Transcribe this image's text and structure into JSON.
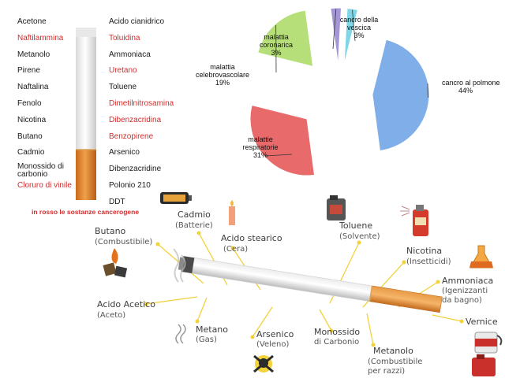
{
  "substances_left": [
    {
      "label": "Acetone",
      "carcinogen": false
    },
    {
      "label": "Naftilammina",
      "carcinogen": true
    },
    {
      "label": "Metanolo",
      "carcinogen": false
    },
    {
      "label": "Pirene",
      "carcinogen": false
    },
    {
      "label": "Naftalina",
      "carcinogen": false
    },
    {
      "label": "Fenolo",
      "carcinogen": false
    },
    {
      "label": "Nicotina",
      "carcinogen": false
    },
    {
      "label": "Butano",
      "carcinogen": false
    },
    {
      "label": "Cadmio",
      "carcinogen": false
    },
    {
      "label": "Monossido di carbonio",
      "carcinogen": false
    },
    {
      "label": "Cloruro di vinile",
      "carcinogen": true
    }
  ],
  "substances_right": [
    {
      "label": "Acido cianidrico",
      "carcinogen": false
    },
    {
      "label": "Toluidina",
      "carcinogen": true
    },
    {
      "label": "Ammoniaca",
      "carcinogen": false
    },
    {
      "label": "Uretano",
      "carcinogen": true
    },
    {
      "label": "Toluene",
      "carcinogen": false
    },
    {
      "label": "Dimetilnitrosamina",
      "carcinogen": true
    },
    {
      "label": "Dibenzacridina",
      "carcinogen": true
    },
    {
      "label": "Benzopirene",
      "carcinogen": true
    },
    {
      "label": "Arsenico",
      "carcinogen": false
    },
    {
      "label": "Dibenzacridine",
      "carcinogen": false
    },
    {
      "label": "Polonio 210",
      "carcinogen": false
    },
    {
      "label": "DDT",
      "carcinogen": false
    }
  ],
  "note": "in rosso le sostanze cancerogene",
  "chart_data": {
    "type": "pie",
    "slices": [
      {
        "label": "cancro al polmone",
        "value": 44,
        "color": "#7faee8"
      },
      {
        "label": "malattie respiratorie",
        "value": 31,
        "color": "#e86a6a"
      },
      {
        "label": "malattia celebrovascolare",
        "value": 19,
        "color": "#b6df7a"
      },
      {
        "label": "malattia coronarica",
        "value": 3,
        "color": "#a596d6"
      },
      {
        "label": "cancro della vescica",
        "value": 3,
        "color": "#7fd6e6"
      }
    ],
    "value_labels": [
      "44%",
      "31%",
      "19%",
      "3%",
      "3%"
    ]
  },
  "diagram": {
    "labels": [
      {
        "name": "Cadmio",
        "sub": "(Batterie)"
      },
      {
        "name": "Butano",
        "sub": "(Combustibile)"
      },
      {
        "name": "Acido stearico",
        "sub": "(Cera)"
      },
      {
        "name": "Toluene",
        "sub": "(Solvente)"
      },
      {
        "name": "Nicotina",
        "sub": "(Insetticidi)"
      },
      {
        "name": "Ammoniaca",
        "sub": "(Igenizzanti",
        "sub2": "da bagno)"
      },
      {
        "name": "Vernice",
        "sub": ""
      },
      {
        "name": "Acido Acetico",
        "sub": "(Aceto)"
      },
      {
        "name": "Metano",
        "sub": "(Gas)"
      },
      {
        "name": "Arsenico",
        "sub": "(Veleno)"
      },
      {
        "name": "Monossido",
        "sub": "di Carbonio"
      },
      {
        "name": "Metanolo",
        "sub": "(Combustibile",
        "sub2": "per razzi)"
      }
    ]
  },
  "colors": {
    "carcinogen_text": "#d62b2b",
    "filter": "#e0862b",
    "connector": "#f2d23a"
  },
  "icons": [
    "battery-icon",
    "candle-icon",
    "flame-icon",
    "solvent-can-icon",
    "spray-can-icon",
    "flask-icon",
    "paint-can-icon",
    "fuel-can-icon",
    "skull-icon",
    "smoke-icon",
    "gas-icon"
  ]
}
